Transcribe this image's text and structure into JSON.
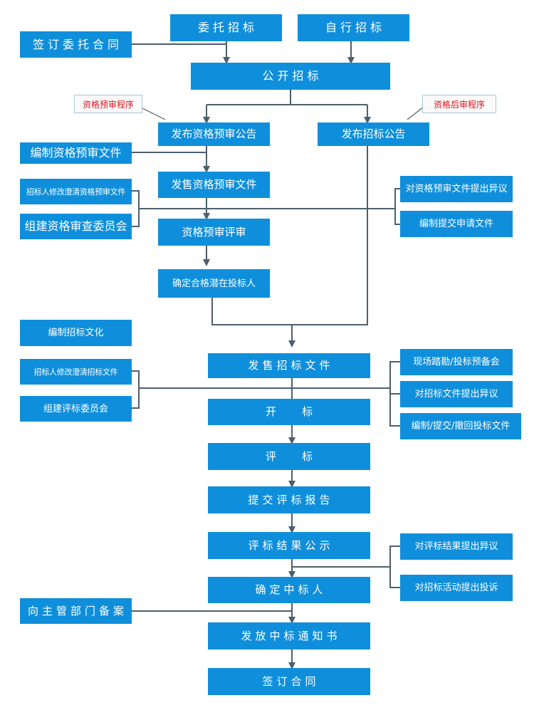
{
  "colors": {
    "box": "#0f8fdb",
    "line": "#4d5f6c",
    "tag_text": "#e0121e"
  },
  "left_panel": {
    "sign_entrust": "签订委托合同",
    "compile_prequal": "编制资格预审文件",
    "modify_prequal": "招标人修改澄清资格预审文件",
    "form_review_committee": "组建资格审查委员会",
    "compile_tender": "编制招标文化",
    "modify_tender": "招标人修改澄清招标文件",
    "form_eval_committee": "组建评标委员会",
    "file_record": "向主管部门备案"
  },
  "top": {
    "entrust": "委托招标",
    "self": "自行招标",
    "public": "公开招标"
  },
  "tags": {
    "prequal": "资格预审程序",
    "postqual": "资格后审程序"
  },
  "prequal_branch": {
    "notice": "发布资格预审公告",
    "sell": "发售资格预审文件",
    "review": "资格预审评审",
    "confirm": "确定合格潜在投标人"
  },
  "post_branch": {
    "notice": "发布招标公告"
  },
  "main": {
    "sell_tender": "发售招标文件",
    "open": "开标",
    "evaluate": "评标",
    "report": "提交评标报告",
    "publicity": "评标结果公示",
    "winner": "确定中标人",
    "notice": "发放中标通知书",
    "contract": "签订合同"
  },
  "right_panel": {
    "object_prequal": "对资格预审文件提出异议",
    "submit_application": "编制提交申请文件",
    "site_visit": "现场踏勘/投标预备会",
    "object_tender": "对招标文件提出异议",
    "submit_bid": "编制/提交/撤回投标文件",
    "object_result": "对评标结果提出异议",
    "complaint": "对招标活动提出投诉"
  }
}
